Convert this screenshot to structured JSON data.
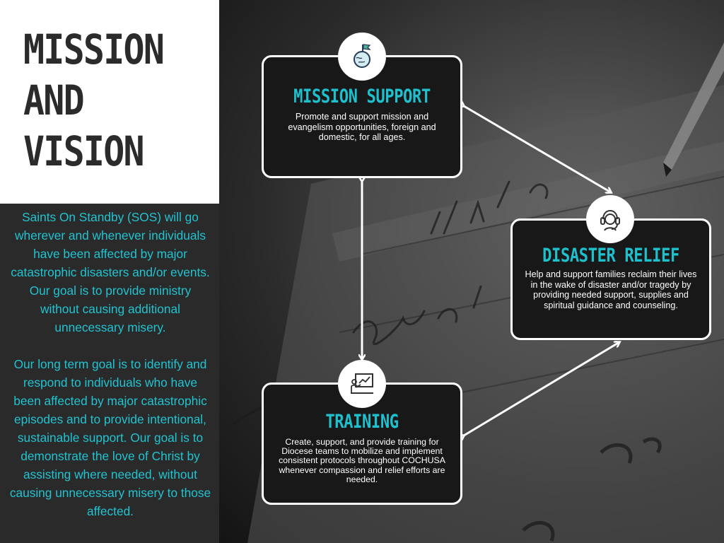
{
  "heading": {
    "line1": "MISSION",
    "line2": "AND",
    "line3": "VISION"
  },
  "intro": {
    "paragraph1": "Saints On Standby (SOS) will go wherever and whenever individuals have been affected by major catastrophic disasters and/or events. Our goal is to provide ministry without causing additional unnecessary misery.",
    "paragraph2": "Our long term goal is to identify and respond to individuals who have been affected by major catastrophic episodes and to provide intentional, sustainable support. Our goal is to demonstrate the love of Christ by assisting where needed, without causing unnecessary misery to those affected."
  },
  "cards": {
    "mission": {
      "title": "MISSION SUPPORT",
      "description": "Promote and support mission and evangelism opportunities, foreign and domestic, for all ages.",
      "icon": "globe-flag-icon"
    },
    "disaster": {
      "title": "DISASTER RELIEF",
      "description": "Help and support families reclaim their lives in the wake of disaster and/or tragedy by providing needed support, supplies and spiritual guidance and counseling.",
      "icon": "headset-support-icon"
    },
    "training": {
      "title": "TRAINING",
      "description": "Create, support, and provide training for Diocese teams to mobilize and implement consistent protocols throughout COCHUSA whenever compassion and relief efforts are needed.",
      "icon": "presentation-board-icon"
    }
  },
  "colors": {
    "accent": "#1fc0ce",
    "panel": "#2a2a2a",
    "title_text": "#2b2b2b"
  }
}
